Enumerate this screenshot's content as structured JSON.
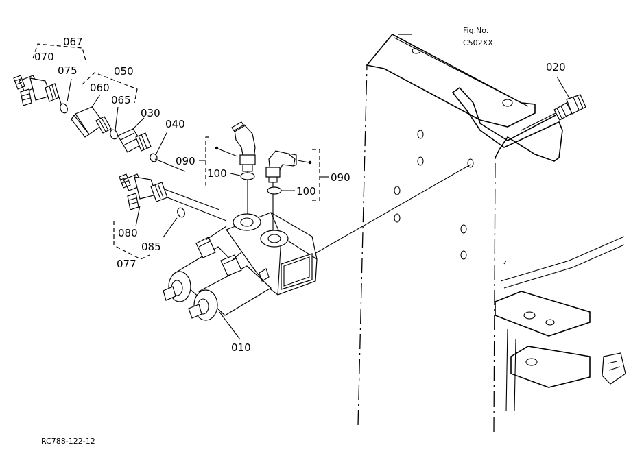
{
  "figure": {
    "line1": "Fig.No.",
    "line2": "C502XX"
  },
  "footer": {
    "code": "RC788-122-12"
  },
  "callouts": {
    "c010": "010",
    "c020": "020",
    "c030": "030",
    "c040": "040",
    "c050": "050",
    "c060": "060",
    "c065": "065",
    "c067": "067",
    "c070": "070",
    "c075": "075",
    "c077": "077",
    "c080": "080",
    "c085": "085",
    "c090a": "090",
    "c090b": "090",
    "c100a": "100",
    "c100b": "100"
  }
}
